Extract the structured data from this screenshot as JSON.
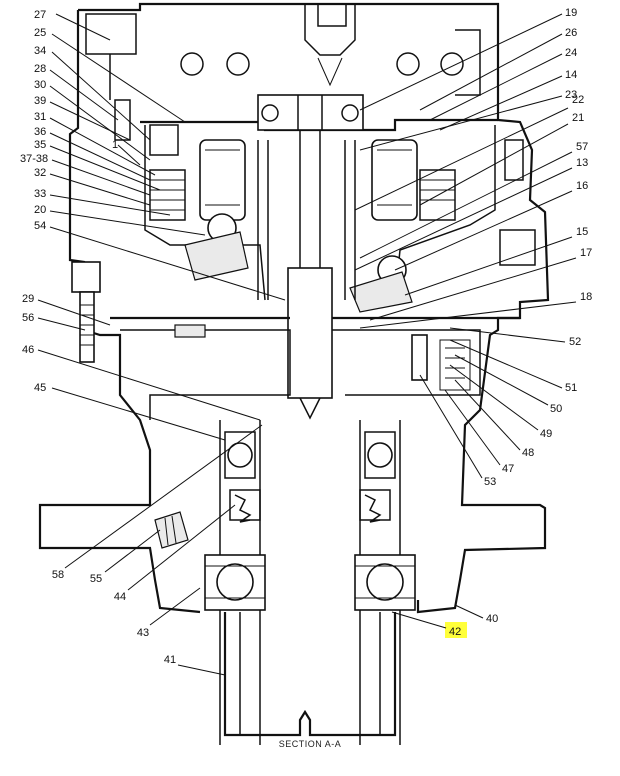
{
  "diagram": {
    "caption": "SECTION A-A",
    "highlighted_label": "42",
    "labels": [
      {
        "id": "27",
        "text": "27"
      },
      {
        "id": "25",
        "text": "25"
      },
      {
        "id": "34",
        "text": "34"
      },
      {
        "id": "28",
        "text": "28"
      },
      {
        "id": "30",
        "text": "30"
      },
      {
        "id": "39",
        "text": "39"
      },
      {
        "id": "31",
        "text": "31"
      },
      {
        "id": "36",
        "text": "36"
      },
      {
        "id": "1",
        "text": "1"
      },
      {
        "id": "35",
        "text": "35"
      },
      {
        "id": "37-38",
        "text": "37-38"
      },
      {
        "id": "32",
        "text": "32"
      },
      {
        "id": "33",
        "text": "33"
      },
      {
        "id": "20",
        "text": "20"
      },
      {
        "id": "54",
        "text": "54"
      },
      {
        "id": "29",
        "text": "29"
      },
      {
        "id": "56",
        "text": "56"
      },
      {
        "id": "46",
        "text": "46"
      },
      {
        "id": "45",
        "text": "45"
      },
      {
        "id": "58",
        "text": "58"
      },
      {
        "id": "55",
        "text": "55"
      },
      {
        "id": "44",
        "text": "44"
      },
      {
        "id": "43",
        "text": "43"
      },
      {
        "id": "41",
        "text": "41"
      },
      {
        "id": "19",
        "text": "19"
      },
      {
        "id": "26",
        "text": "26"
      },
      {
        "id": "24",
        "text": "24"
      },
      {
        "id": "14",
        "text": "14"
      },
      {
        "id": "23",
        "text": "23"
      },
      {
        "id": "22",
        "text": "22"
      },
      {
        "id": "21",
        "text": "21"
      },
      {
        "id": "57",
        "text": "57"
      },
      {
        "id": "13",
        "text": "13"
      },
      {
        "id": "16",
        "text": "16"
      },
      {
        "id": "15",
        "text": "15"
      },
      {
        "id": "17",
        "text": "17"
      },
      {
        "id": "18",
        "text": "18"
      },
      {
        "id": "52",
        "text": "52"
      },
      {
        "id": "51",
        "text": "51"
      },
      {
        "id": "50",
        "text": "50"
      },
      {
        "id": "49",
        "text": "49"
      },
      {
        "id": "48",
        "text": "48"
      },
      {
        "id": "47",
        "text": "47"
      },
      {
        "id": "53",
        "text": "53"
      },
      {
        "id": "40",
        "text": "40"
      },
      {
        "id": "42",
        "text": "42"
      }
    ]
  }
}
